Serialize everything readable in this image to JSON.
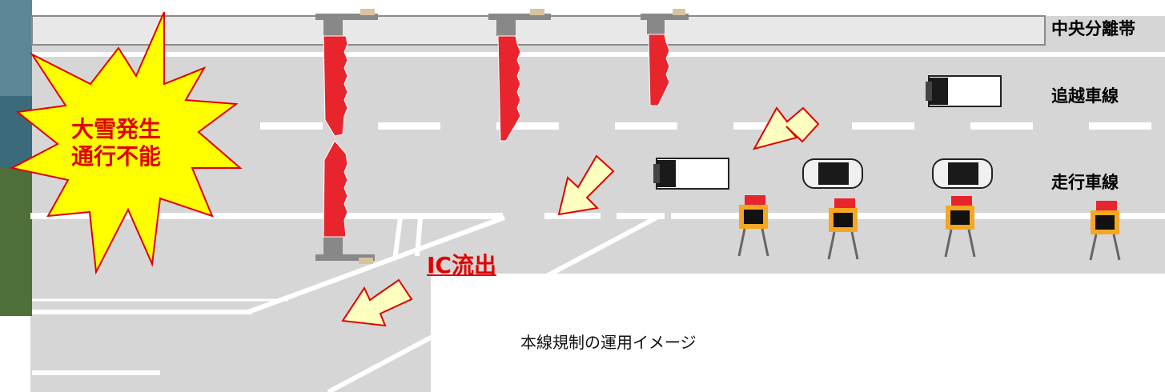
{
  "lane_labels": {
    "median": "中央分離帯",
    "passing": "追越車線",
    "running": "走行車線"
  },
  "burst": {
    "line1": "大雪発生",
    "line2": "通行不能"
  },
  "ic_exit_label": "IC流出",
  "caption": "本線規制の運用イメージ",
  "colors": {
    "road": "#d6d6d6",
    "median": "#e6e6e6",
    "barrier_red": "#e8242c",
    "burst_yellow": "#ffff00",
    "burst_text": "#e00000",
    "arrow_fill": "#ffffc0",
    "arrow_stroke": "#e00000",
    "signal_orange": "#f5a623"
  }
}
